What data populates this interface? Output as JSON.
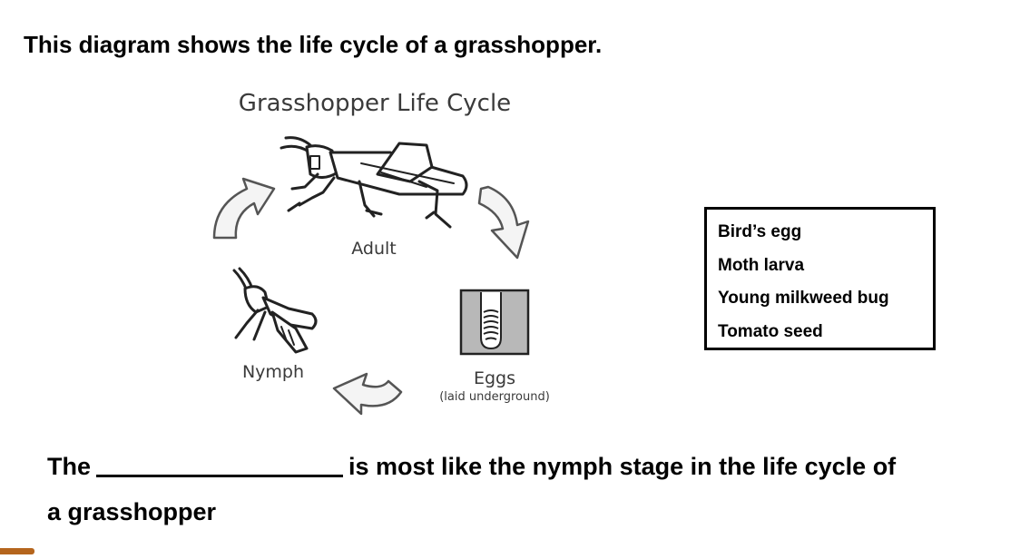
{
  "heading": "This diagram shows the life cycle of a grasshopper.",
  "diagram": {
    "title": "Grasshopper Life Cycle",
    "stages": {
      "adult": "Adult",
      "eggs": "Eggs",
      "eggs_note": "(laid underground)",
      "nymph": "Nymph"
    }
  },
  "word_bank": {
    "items": [
      "Bird’s egg",
      "Moth larva",
      "Young milkweed bug",
      "Tomato seed"
    ]
  },
  "question": {
    "before_blank": "The",
    "after_blank": "is most like the nymph stage in the life cycle of",
    "line2": "a grasshopper"
  }
}
